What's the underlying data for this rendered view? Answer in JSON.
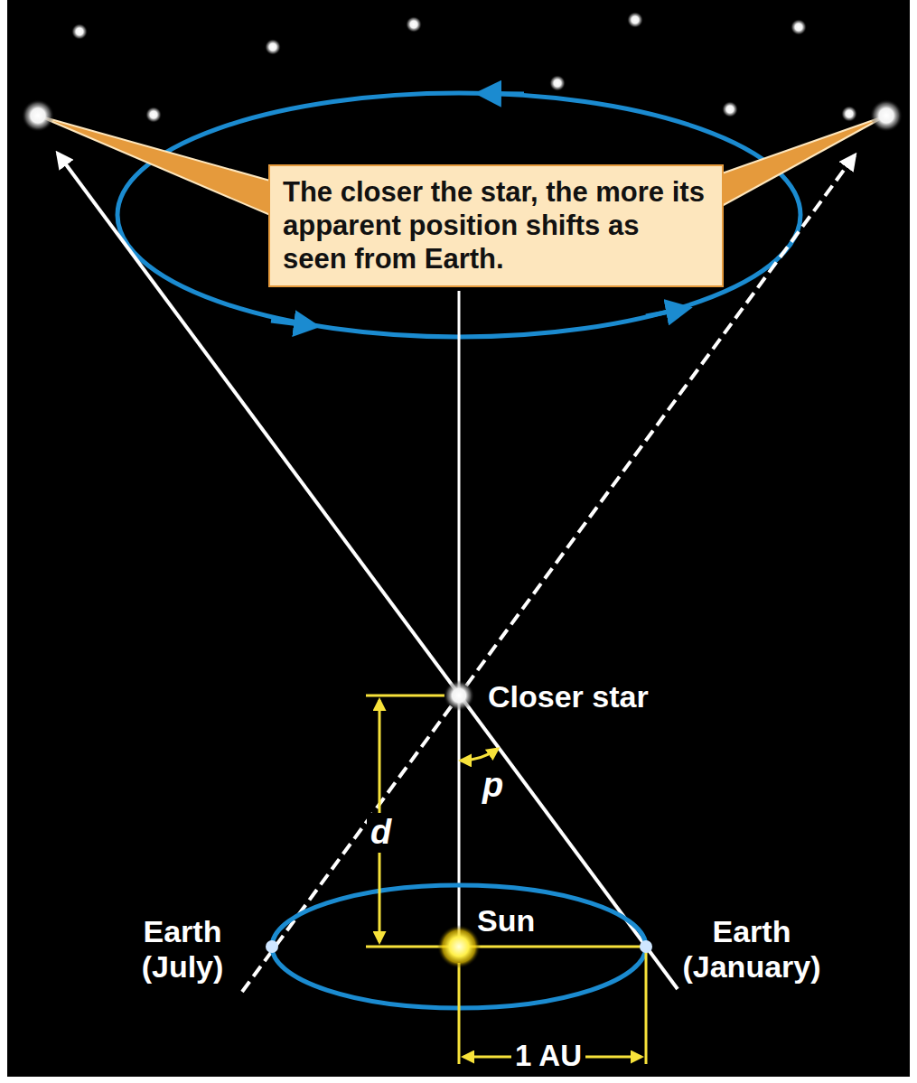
{
  "diagram": {
    "nodes": [
      {
        "text": [
          "The closer the star, the more its apparent position shifts as seen from Earth."
        ]
      }
    ],
    "labels": [
      "Closer star",
      "p",
      "d",
      "Sun",
      "Earth (July)",
      "Earth (January)",
      "1 AU"
    ]
  }
}
